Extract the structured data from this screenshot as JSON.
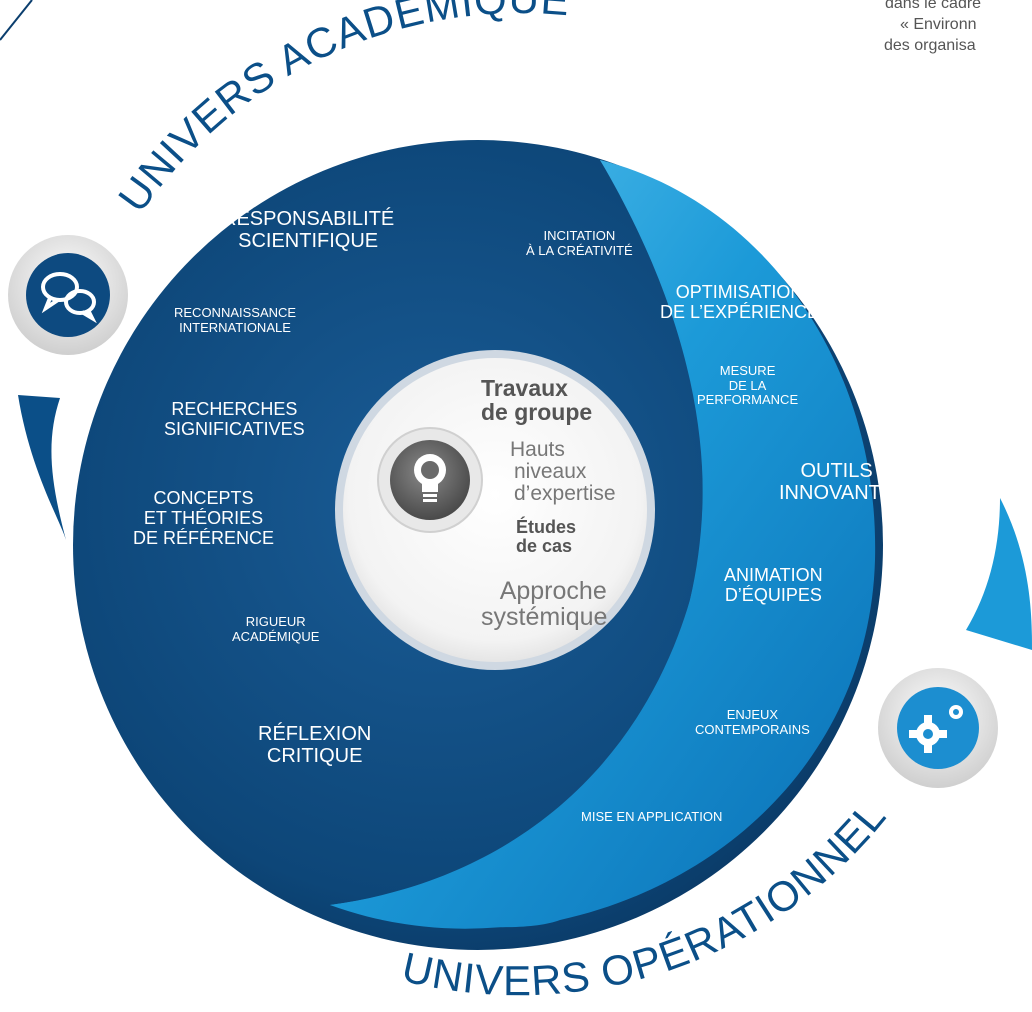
{
  "arcs": {
    "academic": "UNIVERS ACADÉMIQUE",
    "operational": "UNIVERS OPÉRATIONNEL"
  },
  "corner_note": {
    "lines": [
      "dans le cadre",
      "« Environn",
      "des organisa"
    ]
  },
  "academic_items": {
    "responsabilite": [
      "RESPONSABILITÉ",
      "SCIENTIFIQUE"
    ],
    "reconnaissance": [
      "RECONNAISSANCE",
      "INTERNATIONALE"
    ],
    "recherches": [
      "RECHERCHES",
      "SIGNIFICATIVES"
    ],
    "concepts": [
      "CONCEPTS",
      "ET THÉORIES",
      "DE RÉFÉRENCE"
    ],
    "rigueur": [
      "RIGUEUR",
      "ACADÉMIQUE"
    ],
    "reflexion": [
      "RÉFLEXION",
      "CRITIQUE"
    ]
  },
  "operational_items": {
    "incitation": [
      "INCITATION",
      "À LA CRÉATIVITÉ"
    ],
    "optimisation": [
      "OPTIMISATION",
      "DE L’EXPÉRIENCE"
    ],
    "mesure": [
      "MESURE",
      "DE LA",
      "PERFORMANCE"
    ],
    "outils": [
      "OUTILS",
      "INNOVANTS"
    ],
    "animation": [
      "ANIMATION",
      "D’ÉQUIPES"
    ],
    "enjeux": [
      "ENJEUX",
      "CONTEMPORAINS"
    ],
    "mise": [
      "MISE EN APPLICATION"
    ]
  },
  "center": {
    "travaux": [
      "Travaux",
      "de groupe"
    ],
    "hauts": [
      "Hauts",
      "niveaux",
      "d’expertise"
    ],
    "etudes": [
      "Études",
      "de cas"
    ],
    "approche": [
      "Approche",
      "systémique"
    ]
  },
  "icons": {
    "top_left": "chat-bubbles-icon",
    "bottom_right": "gears-icon",
    "center": "lightbulb-icon"
  },
  "colors": {
    "dark_blue": "#0b3e6e",
    "light_blue": "#1e9ad6",
    "text_grey": "#666666"
  }
}
